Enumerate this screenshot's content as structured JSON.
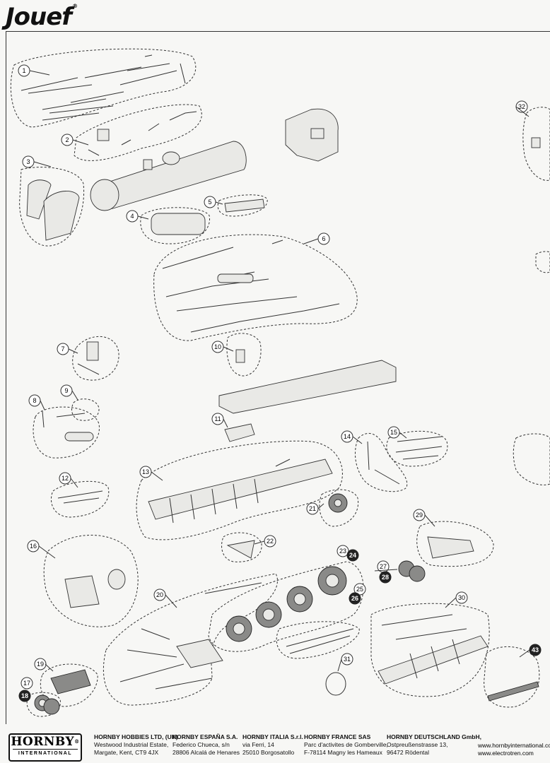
{
  "brand": {
    "logo": "Jouef",
    "mark": "®"
  },
  "callouts": [
    {
      "id": "1",
      "filled": false
    },
    {
      "id": "2",
      "filled": false
    },
    {
      "id": "3",
      "filled": false
    },
    {
      "id": "4",
      "filled": false
    },
    {
      "id": "5",
      "filled": false
    },
    {
      "id": "6",
      "filled": false
    },
    {
      "id": "7",
      "filled": false
    },
    {
      "id": "8",
      "filled": false
    },
    {
      "id": "9",
      "filled": false
    },
    {
      "id": "10",
      "filled": false
    },
    {
      "id": "11",
      "filled": false
    },
    {
      "id": "12",
      "filled": false
    },
    {
      "id": "13",
      "filled": false
    },
    {
      "id": "14",
      "filled": false
    },
    {
      "id": "15",
      "filled": false
    },
    {
      "id": "16",
      "filled": false
    },
    {
      "id": "17",
      "filled": false
    },
    {
      "id": "18",
      "filled": true
    },
    {
      "id": "19",
      "filled": false
    },
    {
      "id": "20",
      "filled": false
    },
    {
      "id": "21",
      "filled": false
    },
    {
      "id": "22",
      "filled": false
    },
    {
      "id": "23",
      "filled": false
    },
    {
      "id": "24",
      "filled": true
    },
    {
      "id": "25",
      "filled": false
    },
    {
      "id": "26",
      "filled": true
    },
    {
      "id": "27",
      "filled": false
    },
    {
      "id": "28",
      "filled": true
    },
    {
      "id": "29",
      "filled": false
    },
    {
      "id": "30",
      "filled": false
    },
    {
      "id": "31",
      "filled": false
    },
    {
      "id": "32",
      "filled": false
    },
    {
      "id": "43",
      "filled": true
    }
  ],
  "footer": {
    "logo_main": "HORNBY",
    "logo_sub": "INTERNATIONAL",
    "logo_mark": "®",
    "addresses": [
      {
        "name": "HORNBY HOBBIES LTD, (UK)",
        "lines": [
          "Westwood Industrial Estate,",
          "Margate, Kent, CT9 4JX"
        ]
      },
      {
        "name": "HORNBY ESPAÑA S.A.",
        "lines": [
          "Federico Chueca, s/n",
          "28806 Alcalá de Henares"
        ]
      },
      {
        "name": "HORNBY ITALIA S.r.l.",
        "lines": [
          "via Ferri, 14",
          "25010 Borgosatollo"
        ]
      },
      {
        "name": "HORNBY FRANCE SAS",
        "lines": [
          "Parc d'activites de Gomberville,",
          "F-78114 Magny les Hameaux"
        ]
      },
      {
        "name": "HORNBY DEUTSCHLAND GmbH,",
        "lines": [
          "Ostpreußenstrasse 13,",
          "96472 Rödental"
        ]
      }
    ],
    "websites": [
      "www.hornbyinternational.com",
      "www.electrotren.com"
    ]
  }
}
